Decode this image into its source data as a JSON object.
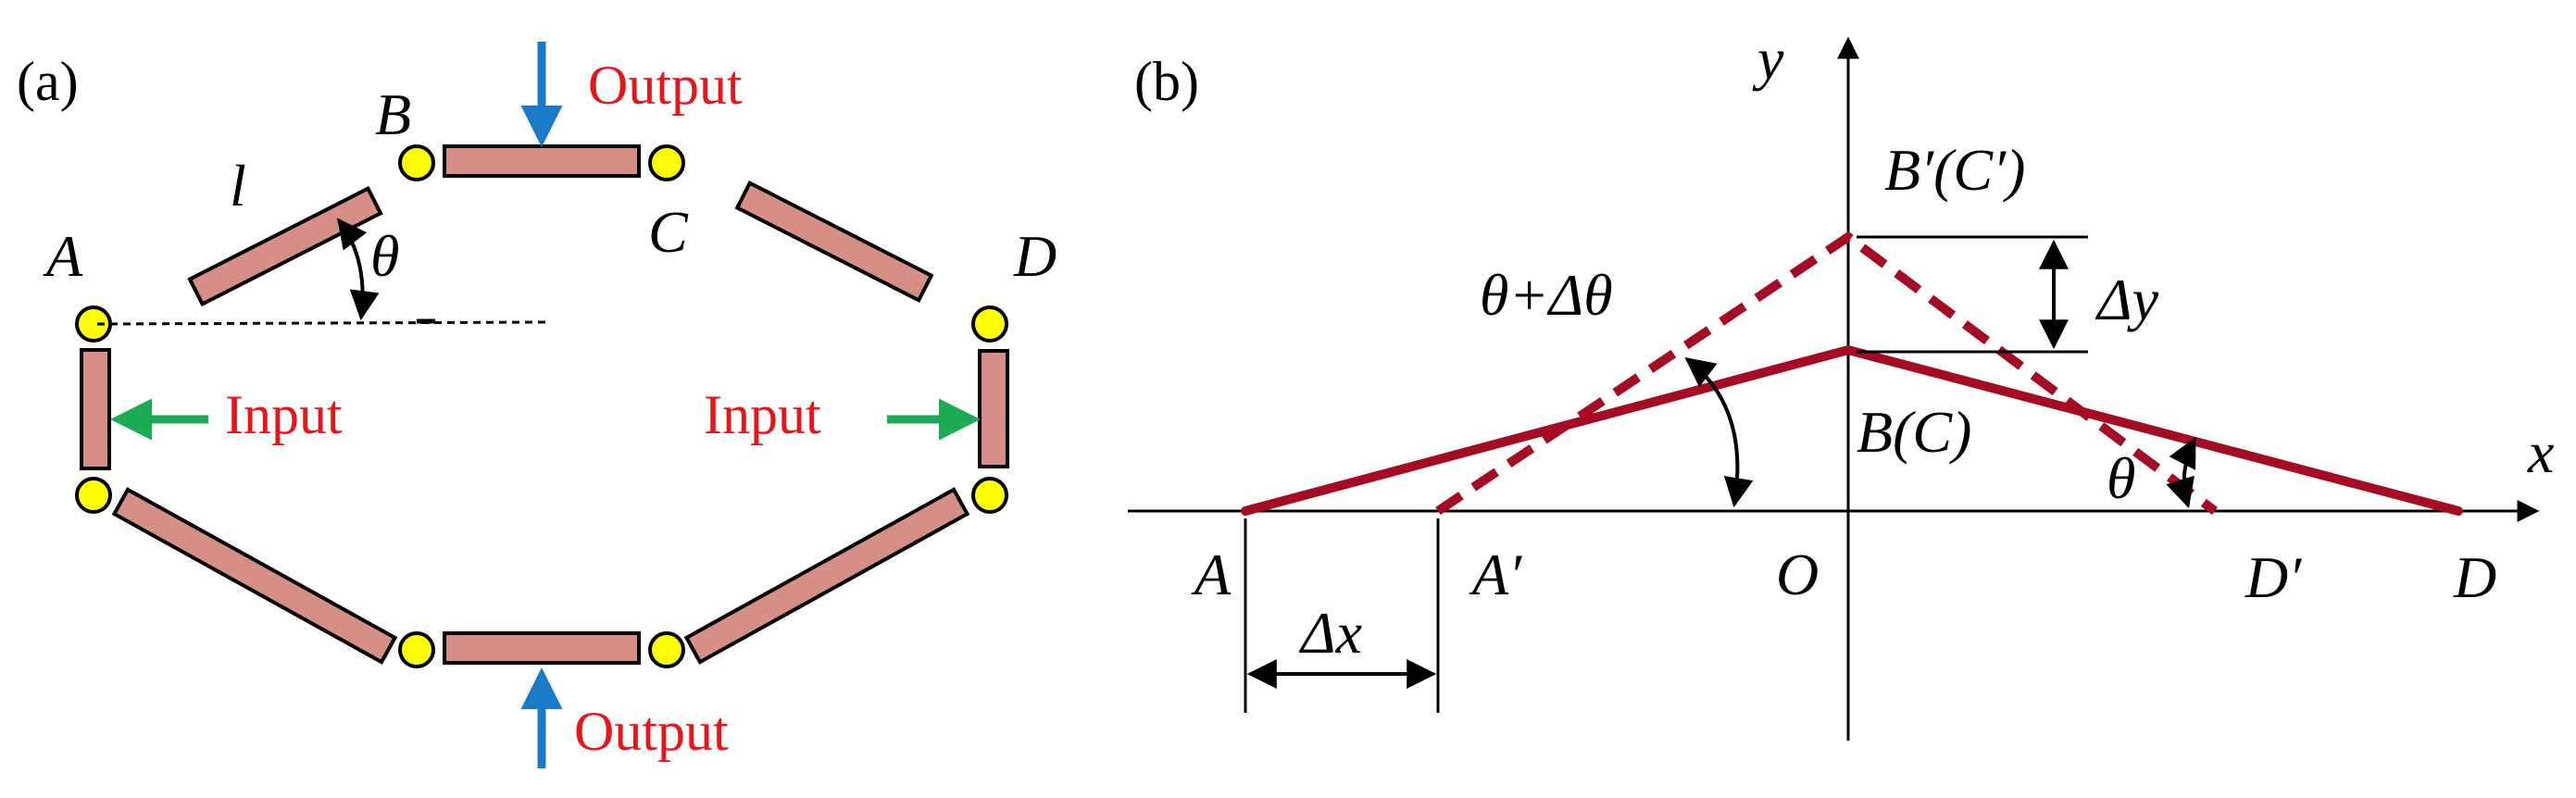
{
  "panel_a": {
    "label": "(a)",
    "link_length": "l",
    "angle": "θ",
    "joints": {
      "A": "A",
      "B": "B",
      "C": "C",
      "D": "D"
    },
    "output_top": "Output",
    "output_bottom": "Output",
    "input_left": "Input",
    "input_right": "Input",
    "colors": {
      "bar_fill": "#d68e86",
      "joint_fill": "#ffff00",
      "output_arrow": "#1a7ac8",
      "input_arrow": "#1caa52",
      "label_red": "#e8141a"
    }
  },
  "panel_b": {
    "label": "(b)",
    "axis_x": "x",
    "axis_y": "y",
    "origin": "O",
    "points": {
      "A": "A",
      "A_prime": "A′",
      "B_C": "B(C)",
      "B_C_prime": "B′(C′)",
      "D": "D",
      "D_prime": "D′"
    },
    "angle_initial": "θ",
    "angle_new": "θ+Δθ",
    "delta_x": "Δx",
    "delta_y": "Δy",
    "colors": {
      "link": "#a50c24"
    }
  }
}
